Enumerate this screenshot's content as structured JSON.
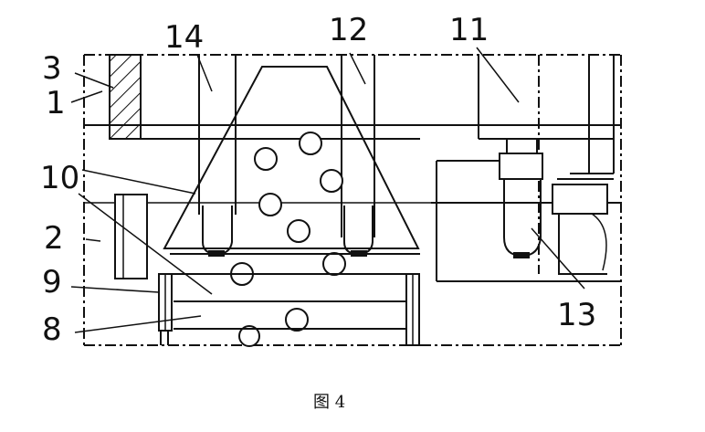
{
  "labels": {
    "l1": "1",
    "l2": "2",
    "l3": "3",
    "l8": "8",
    "l9": "9",
    "l10": "10",
    "l11": "11",
    "l12": "12",
    "l13": "13",
    "l14": "14"
  },
  "caption": "图 4"
}
